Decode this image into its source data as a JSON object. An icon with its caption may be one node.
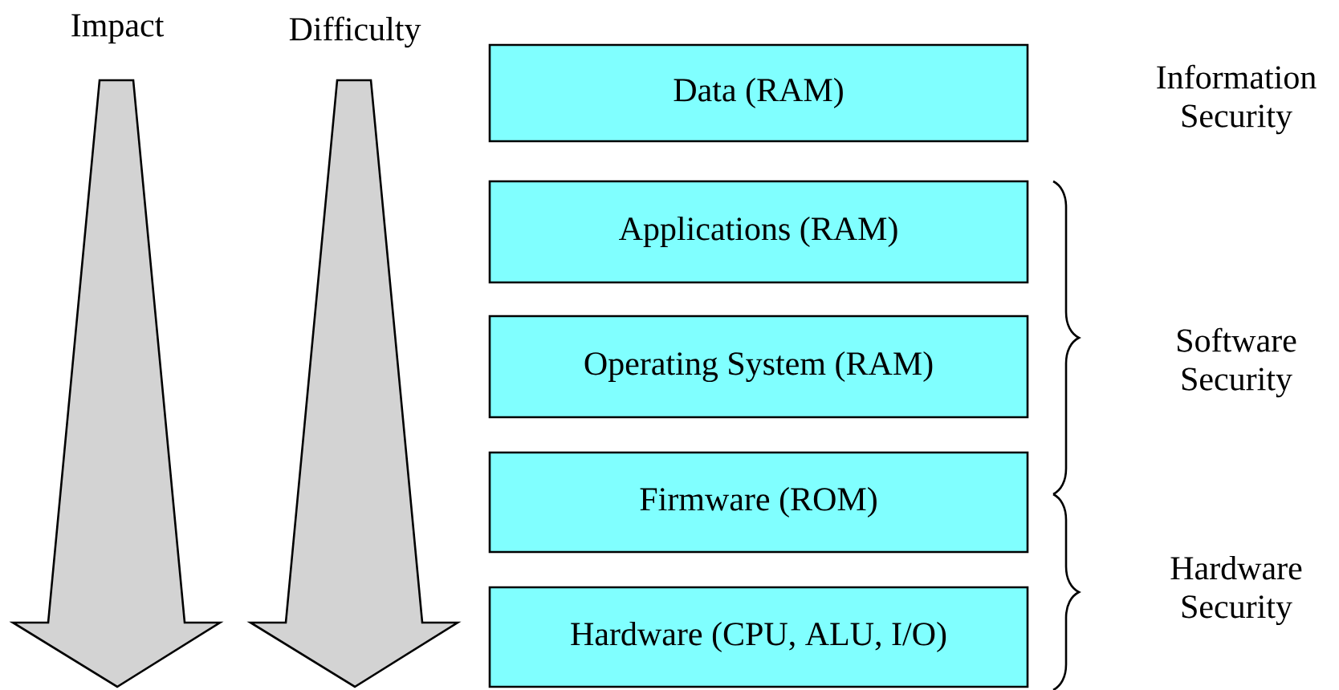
{
  "diagram": {
    "nodes": [
      {
        "text": [
          "Data (RAM)"
        ]
      },
      {
        "text": [
          "Applications (RAM)"
        ]
      },
      {
        "text": [
          "Operating System (RAM)"
        ]
      },
      {
        "text": [
          "Firmware (ROM)"
        ]
      },
      {
        "text": [
          "Hardware (CPU, ALU, I/O)"
        ]
      }
    ],
    "labels": [
      "Impact",
      "Difficulty",
      "Information Security",
      "Software Security",
      "Hardware Security"
    ]
  }
}
